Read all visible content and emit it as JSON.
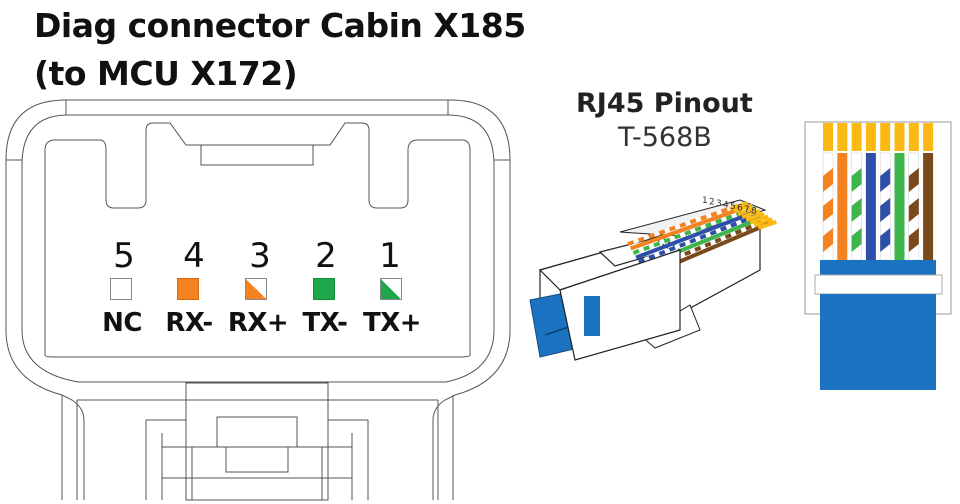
{
  "diag_connector": {
    "title_line1": "Diag connector Cabin X185",
    "title_line2": "(to MCU X172)",
    "pins": [
      {
        "number": "5",
        "signal": "NC",
        "color": "#ffffff",
        "style": "empty"
      },
      {
        "number": "4",
        "signal": "RX-",
        "color": "#f58220",
        "style": "solid"
      },
      {
        "number": "3",
        "signal": "RX+",
        "color": "#f58220",
        "style": "half-white"
      },
      {
        "number": "2",
        "signal": "TX-",
        "color": "#1fa84a",
        "style": "solid"
      },
      {
        "number": "1",
        "signal": "TX+",
        "color": "#1fa84a",
        "style": "half-white"
      }
    ]
  },
  "rj45": {
    "title": "RJ45 Pinout",
    "standard": "T-568B",
    "pin_labels": [
      "1",
      "2",
      "3",
      "4",
      "5",
      "6",
      "7",
      "8"
    ],
    "wires": [
      {
        "pin": 1,
        "name": "white-orange",
        "color": "#f58220",
        "striped": true
      },
      {
        "pin": 2,
        "name": "orange",
        "color": "#f58220",
        "striped": false
      },
      {
        "pin": 3,
        "name": "white-green",
        "color": "#3db54a",
        "striped": true
      },
      {
        "pin": 4,
        "name": "blue",
        "color": "#2e4fa8",
        "striped": false
      },
      {
        "pin": 5,
        "name": "white-blue",
        "color": "#2e4fa8",
        "striped": true
      },
      {
        "pin": 6,
        "name": "green",
        "color": "#3db54a",
        "striped": false
      },
      {
        "pin": 7,
        "name": "white-brown",
        "color": "#7a4a1c",
        "striped": true
      },
      {
        "pin": 8,
        "name": "brown",
        "color": "#7a4a1c",
        "striped": false
      }
    ],
    "contact_color": "#fdb913",
    "cable_color": "#1a72c0"
  }
}
